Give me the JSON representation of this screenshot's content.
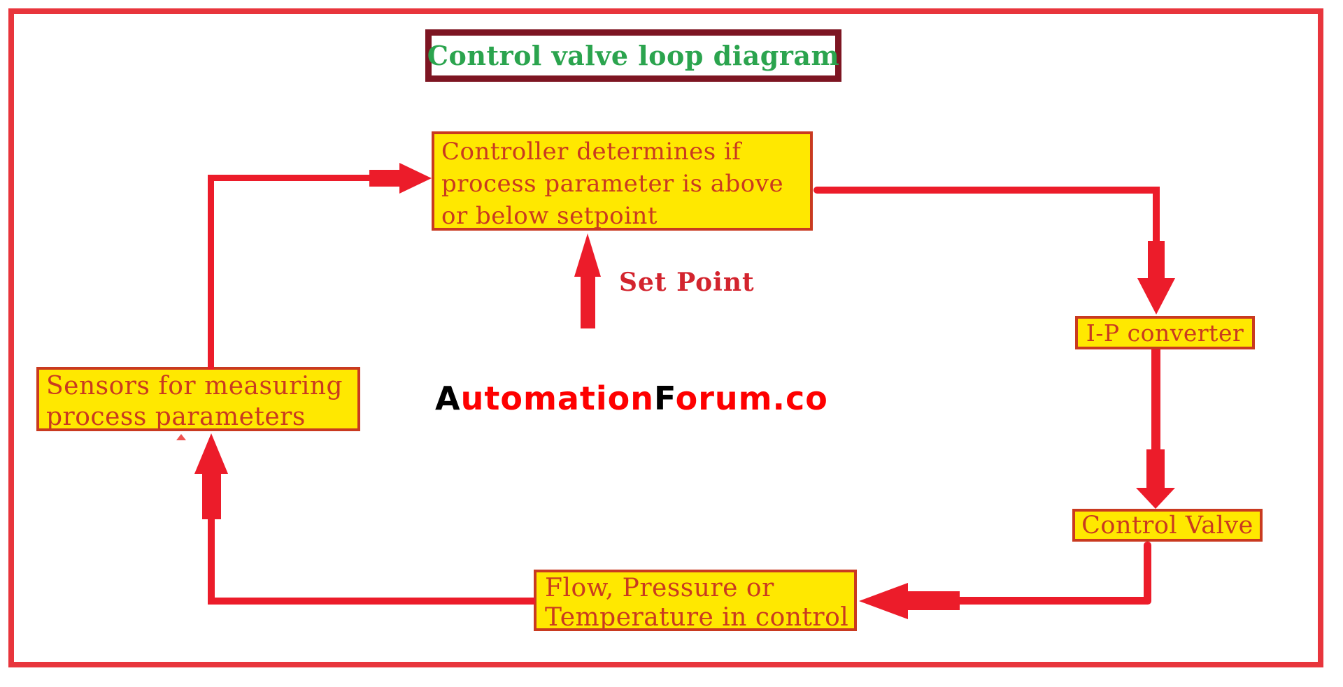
{
  "diagram": {
    "title": "Control valve loop diagram",
    "set_point_label": "Set Point",
    "watermark": {
      "part1": "A",
      "part2": "utomation",
      "part3": "F",
      "part4": "orum.co"
    },
    "boxes": {
      "controller": {
        "lines": [
          "Controller determines if",
          "process parameter is above",
          "or below setpoint"
        ]
      },
      "ip_converter": {
        "label": "I-P converter"
      },
      "control_valve": {
        "label": "Control Valve"
      },
      "process_variable": {
        "lines": [
          "Flow, Pressure or",
          "Temperature in control"
        ]
      },
      "sensors": {
        "lines": [
          "Sensors for measuring",
          "process parameters"
        ]
      }
    },
    "colors": {
      "frame_red": "#e8353c",
      "arrow_red": "#ec1c2a",
      "box_fill_yellow": "#ffe800",
      "box_border_and_text": "#c93a20",
      "title_green": "#2ba44e",
      "title_border_maroon": "#7d1522",
      "set_point_text": "#d3242e",
      "watermark_red": "#fe0000",
      "watermark_black": "#000000"
    }
  }
}
